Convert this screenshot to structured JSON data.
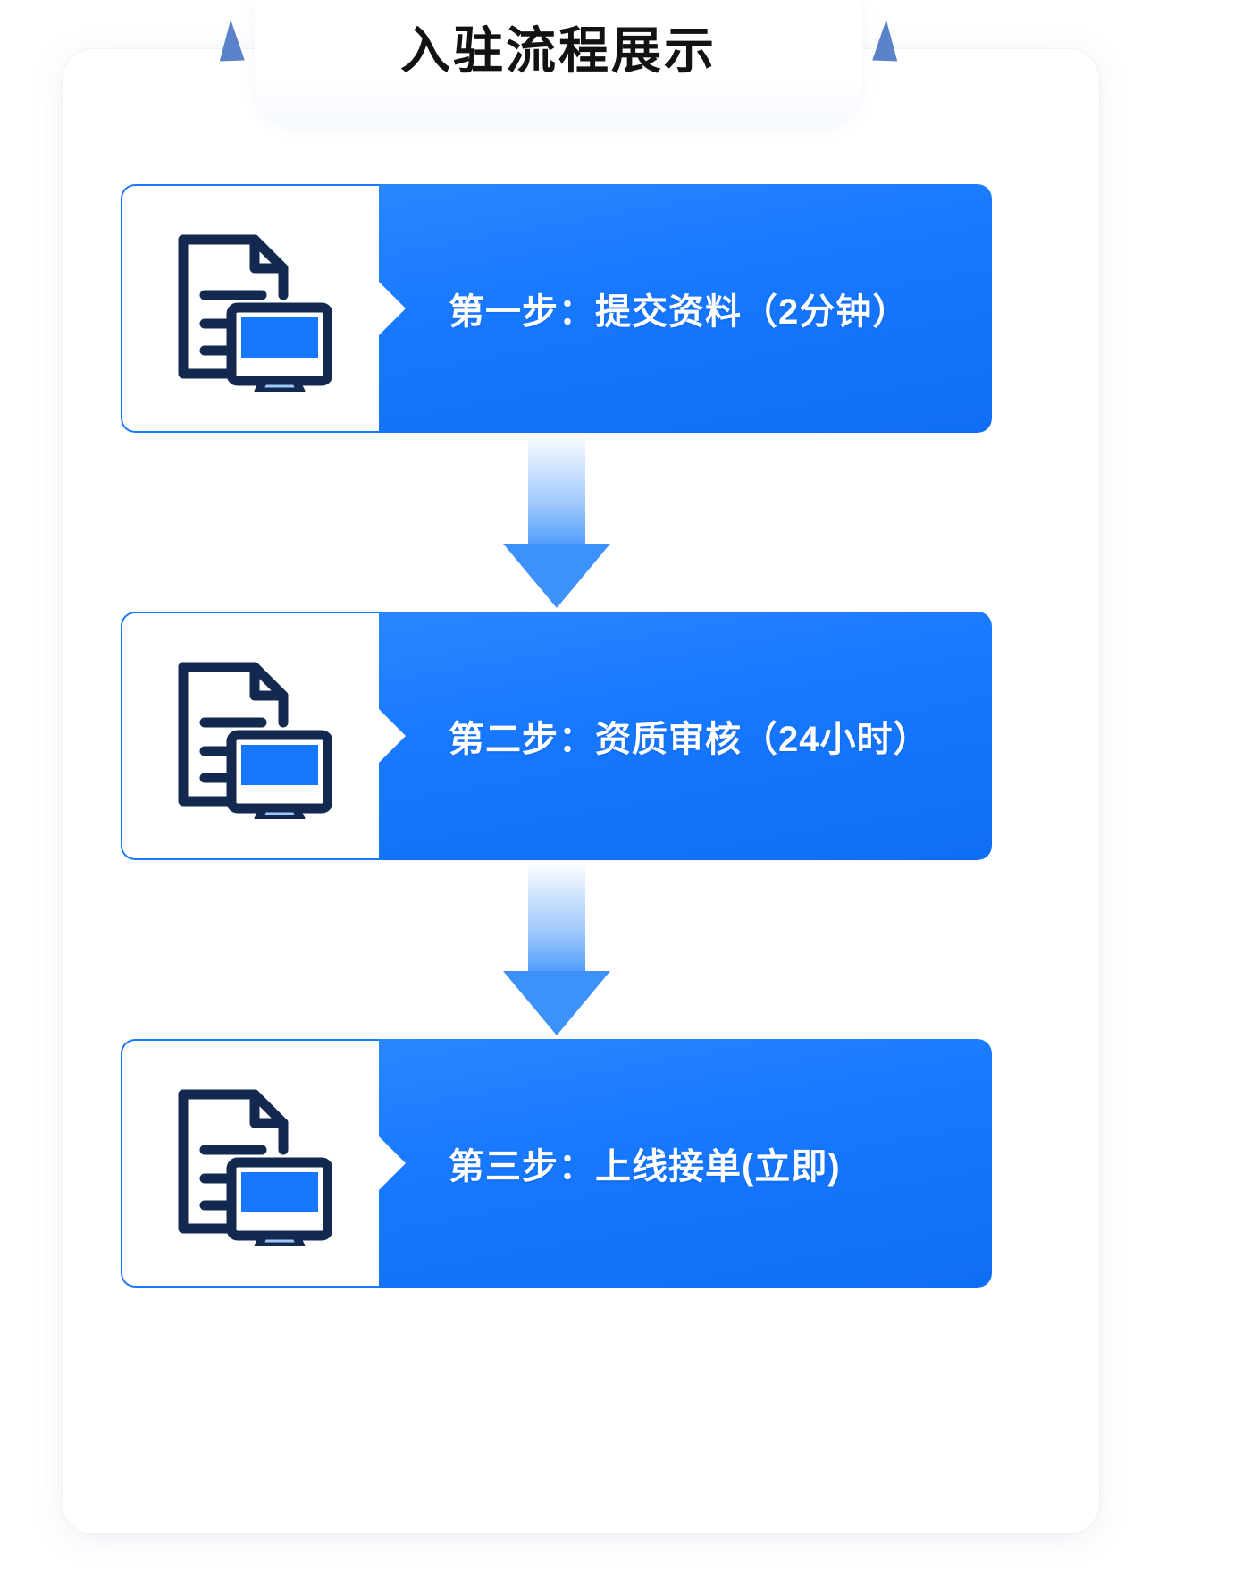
{
  "page": {
    "title": "入驻流程展示",
    "background_color": "#ffffff",
    "accent_color": "#1677ff",
    "ribbon_color": "#5b82c9",
    "icon_outline_color": "#13294f",
    "arrow_color": "#3d92fa"
  },
  "steps": [
    {
      "label": "第一步：提交资料（2分钟）",
      "icon": "document-monitor-icon"
    },
    {
      "label": "第二步：资质审核（24小时）",
      "icon": "document-monitor-icon"
    },
    {
      "label": "第三步：上线接单(立即)",
      "icon": "document-monitor-icon"
    }
  ],
  "connectors": [
    {
      "icon": "arrow-down-icon"
    },
    {
      "icon": "arrow-down-icon"
    }
  ]
}
